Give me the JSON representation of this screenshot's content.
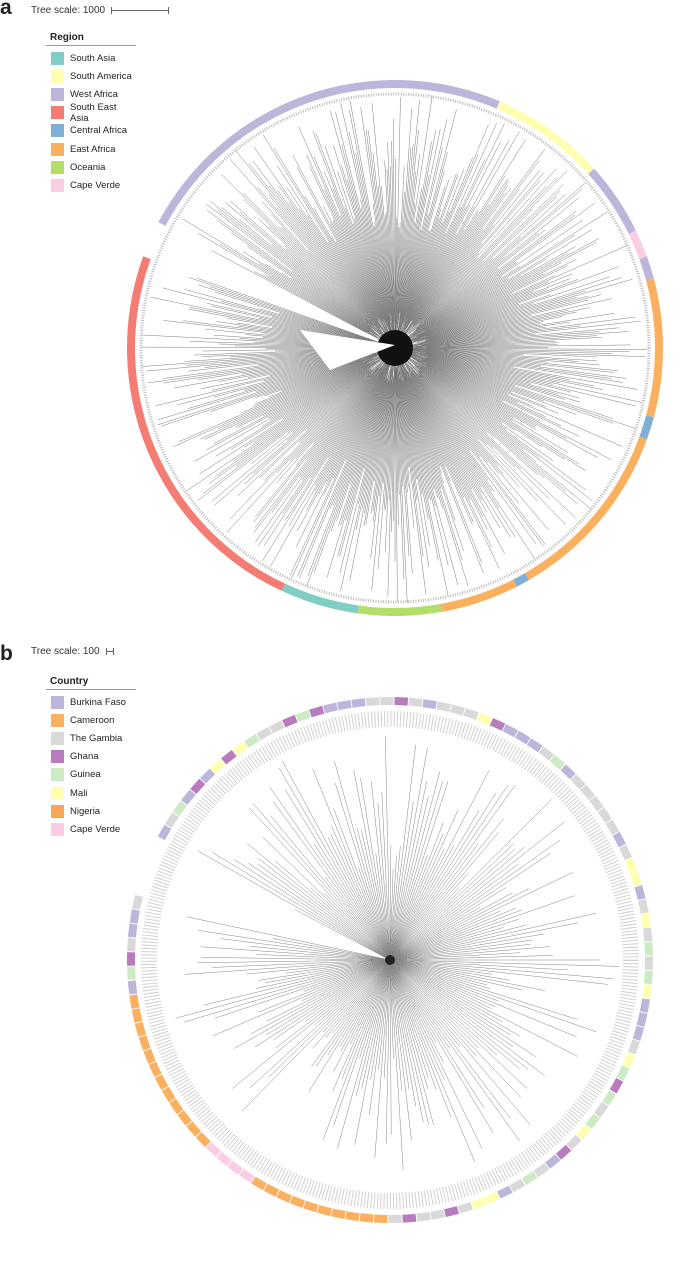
{
  "panel_a": {
    "letter": "a",
    "scale_label": "Tree scale: 1000",
    "legend": {
      "title": "Region",
      "items": [
        {
          "label": "South Asia",
          "color": "#7fcdc3"
        },
        {
          "label": "South America",
          "color": "#ffffb2"
        },
        {
          "label": "West Africa",
          "color": "#bdb6db"
        },
        {
          "label": "South East Asia",
          "color": "#f47c72"
        },
        {
          "label": "Central Africa",
          "color": "#7eb0d6"
        },
        {
          "label": "East Africa",
          "color": "#fbb060"
        },
        {
          "label": "Oceania",
          "color": "#b3de69"
        },
        {
          "label": "Cape Verde",
          "color": "#fbcde4"
        }
      ]
    },
    "ring": [
      {
        "region": "West Africa",
        "start": -62,
        "end": 23
      },
      {
        "region": "South America",
        "start": 23,
        "end": 48
      },
      {
        "region": "West Africa",
        "start": 48,
        "end": 64
      },
      {
        "region": "Cape Verde",
        "start": 64,
        "end": 70
      },
      {
        "region": "West Africa",
        "start": 70,
        "end": 75
      },
      {
        "region": "East Africa",
        "start": 75,
        "end": 105
      },
      {
        "region": "Central Africa",
        "start": 105,
        "end": 110
      },
      {
        "region": "East Africa",
        "start": 110,
        "end": 150
      },
      {
        "region": "Central Africa",
        "start": 150,
        "end": 153
      },
      {
        "region": "East Africa",
        "start": 153,
        "end": 170
      },
      {
        "region": "Oceania",
        "start": 170,
        "end": 188
      },
      {
        "region": "South Asia",
        "start": 188,
        "end": 205
      },
      {
        "region": "South East Asia",
        "start": 205,
        "end": 290
      }
    ]
  },
  "panel_b": {
    "letter": "b",
    "scale_label": "Tree scale: 100",
    "legend": {
      "title": "Country",
      "items": [
        {
          "label": "Burkina Faso",
          "color": "#bdb6db"
        },
        {
          "label": "Cameroon",
          "color": "#fbb060"
        },
        {
          "label": "The Gambia",
          "color": "#d9d9d9"
        },
        {
          "label": "Ghana",
          "color": "#b77bbe"
        },
        {
          "label": "Guinea",
          "color": "#ccebc5"
        },
        {
          "label": "Mali",
          "color": "#ffffb2"
        },
        {
          "label": "Nigeria",
          "color": "#f9a65a"
        },
        {
          "label": "Cape Verde",
          "color": "#fbcde4"
        }
      ]
    }
  }
}
